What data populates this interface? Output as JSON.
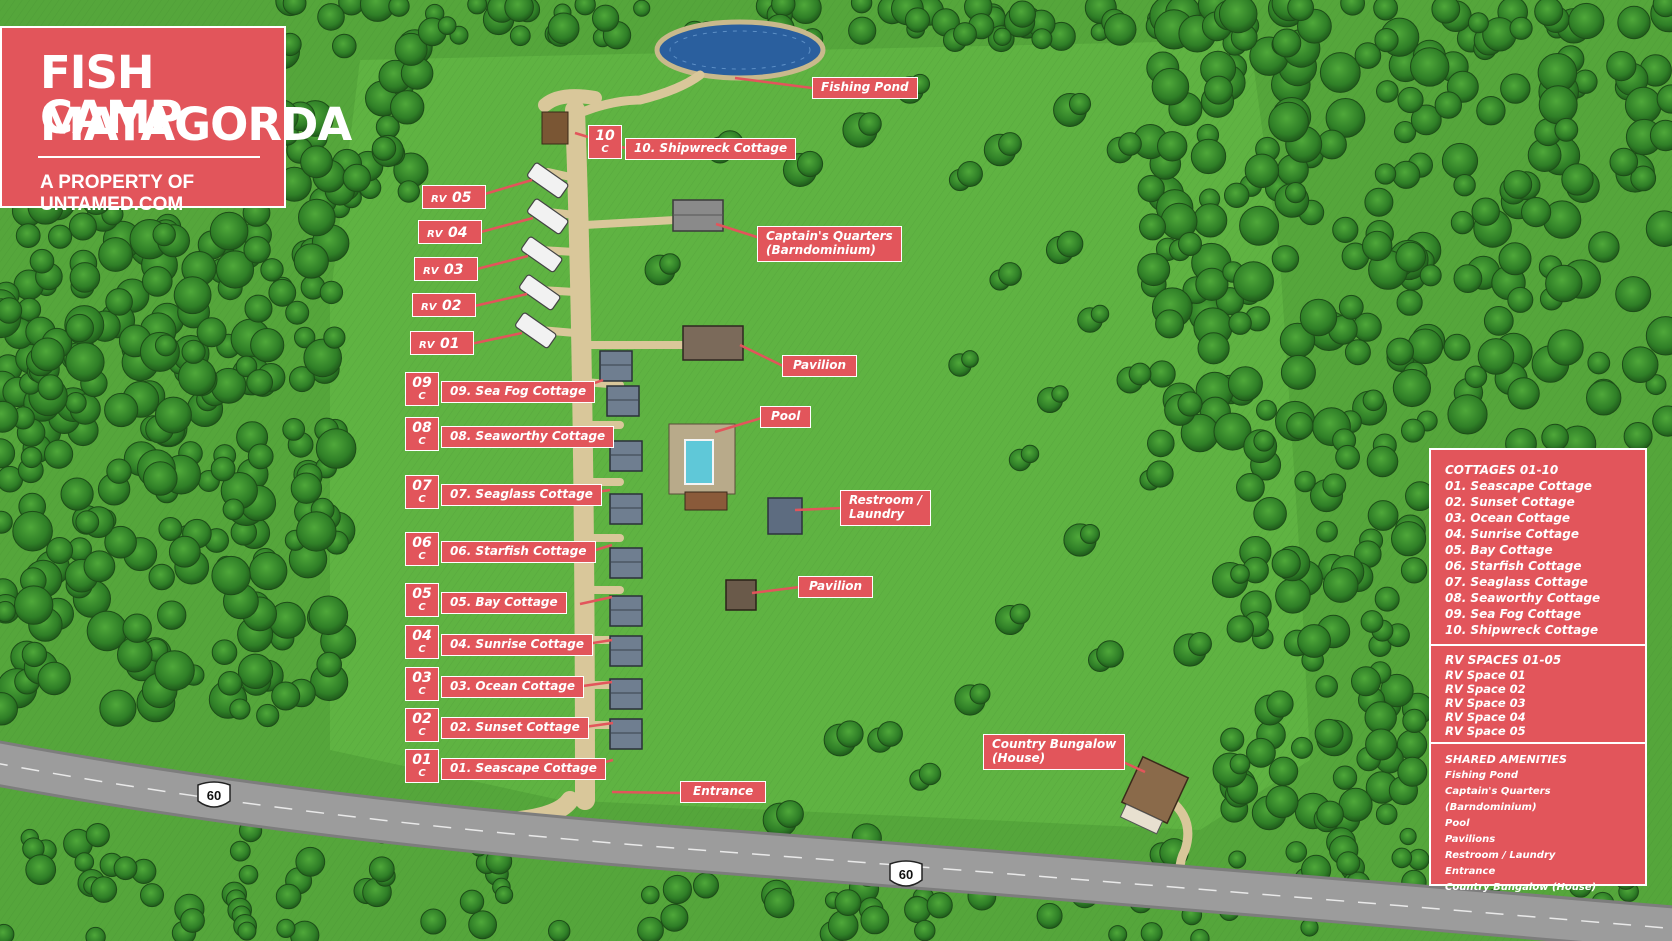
{
  "title": {
    "line1": "FISH CAMP",
    "line2": "MATAGORDA",
    "subtitle": "A PROPERTY OF UNTAMED.COM"
  },
  "road": {
    "route_number": "60"
  },
  "colors": {
    "label_red": "#e2555b",
    "grass": "#4f9e36",
    "forest": "#2f7a26",
    "road": "#9a9a9a",
    "path": "#d9c79a",
    "water": "#2a5f9e"
  },
  "labels": {
    "fishing_pond": "Fishing Pond",
    "captains_quarters_line1": "Captain's Quarters",
    "captains_quarters_line2": "(Barndominium)",
    "pavilion_north": "Pavilion",
    "pool": "Pool",
    "restroom_line1": "Restroom /",
    "restroom_line2": "Laundry",
    "pavilion_south": "Pavilion",
    "entrance": "Entrance",
    "country_bungalow_line1": "Country Bungalow",
    "country_bungalow_line2": "(House)"
  },
  "cottages": [
    {
      "number": "01",
      "type": "C",
      "name": "01. Seascape Cottage"
    },
    {
      "number": "02",
      "type": "C",
      "name": "02. Sunset Cottage"
    },
    {
      "number": "03",
      "type": "C",
      "name": "03. Ocean Cottage"
    },
    {
      "number": "04",
      "type": "C",
      "name": "04. Sunrise Cottage"
    },
    {
      "number": "05",
      "type": "C",
      "name": "05. Bay Cottage"
    },
    {
      "number": "06",
      "type": "C",
      "name": "06. Starfish Cottage"
    },
    {
      "number": "07",
      "type": "C",
      "name": "07. Seaglass Cottage"
    },
    {
      "number": "08",
      "type": "C",
      "name": "08. Seaworthy Cottage"
    },
    {
      "number": "09",
      "type": "C",
      "name": "09. Sea Fog Cottage"
    },
    {
      "number": "10",
      "type": "C",
      "name": "10. Shipwreck Cottage"
    }
  ],
  "rv_spaces": [
    {
      "prefix": "RV",
      "number": "01"
    },
    {
      "prefix": "RV",
      "number": "02"
    },
    {
      "prefix": "RV",
      "number": "03"
    },
    {
      "prefix": "RV",
      "number": "04"
    },
    {
      "prefix": "RV",
      "number": "05"
    }
  ],
  "legend": {
    "cottages_heading": "COTTAGES 01-10",
    "cottages": [
      "01. Seascape Cottage",
      "02. Sunset Cottage",
      "03. Ocean Cottage",
      "04. Sunrise Cottage",
      "05. Bay Cottage",
      "06. Starfish Cottage",
      "07. Seaglass Cottage",
      "08. Seaworthy Cottage",
      "09. Sea Fog Cottage",
      "10. Shipwreck Cottage"
    ],
    "rv_heading": "RV SPACES 01-05",
    "rv": [
      "RV Space 01",
      "RV Space 02",
      "RV Space 03",
      "RV Space 04",
      "RV Space 05"
    ],
    "amenities_heading": "SHARED AMENITIES",
    "amenities": [
      "Fishing Pond",
      "Captain's Quarters (Barndominium)",
      "Pool",
      "Pavilions",
      "Restroom / Laundry",
      "Entrance",
      "Country Bungalow (House)"
    ]
  }
}
